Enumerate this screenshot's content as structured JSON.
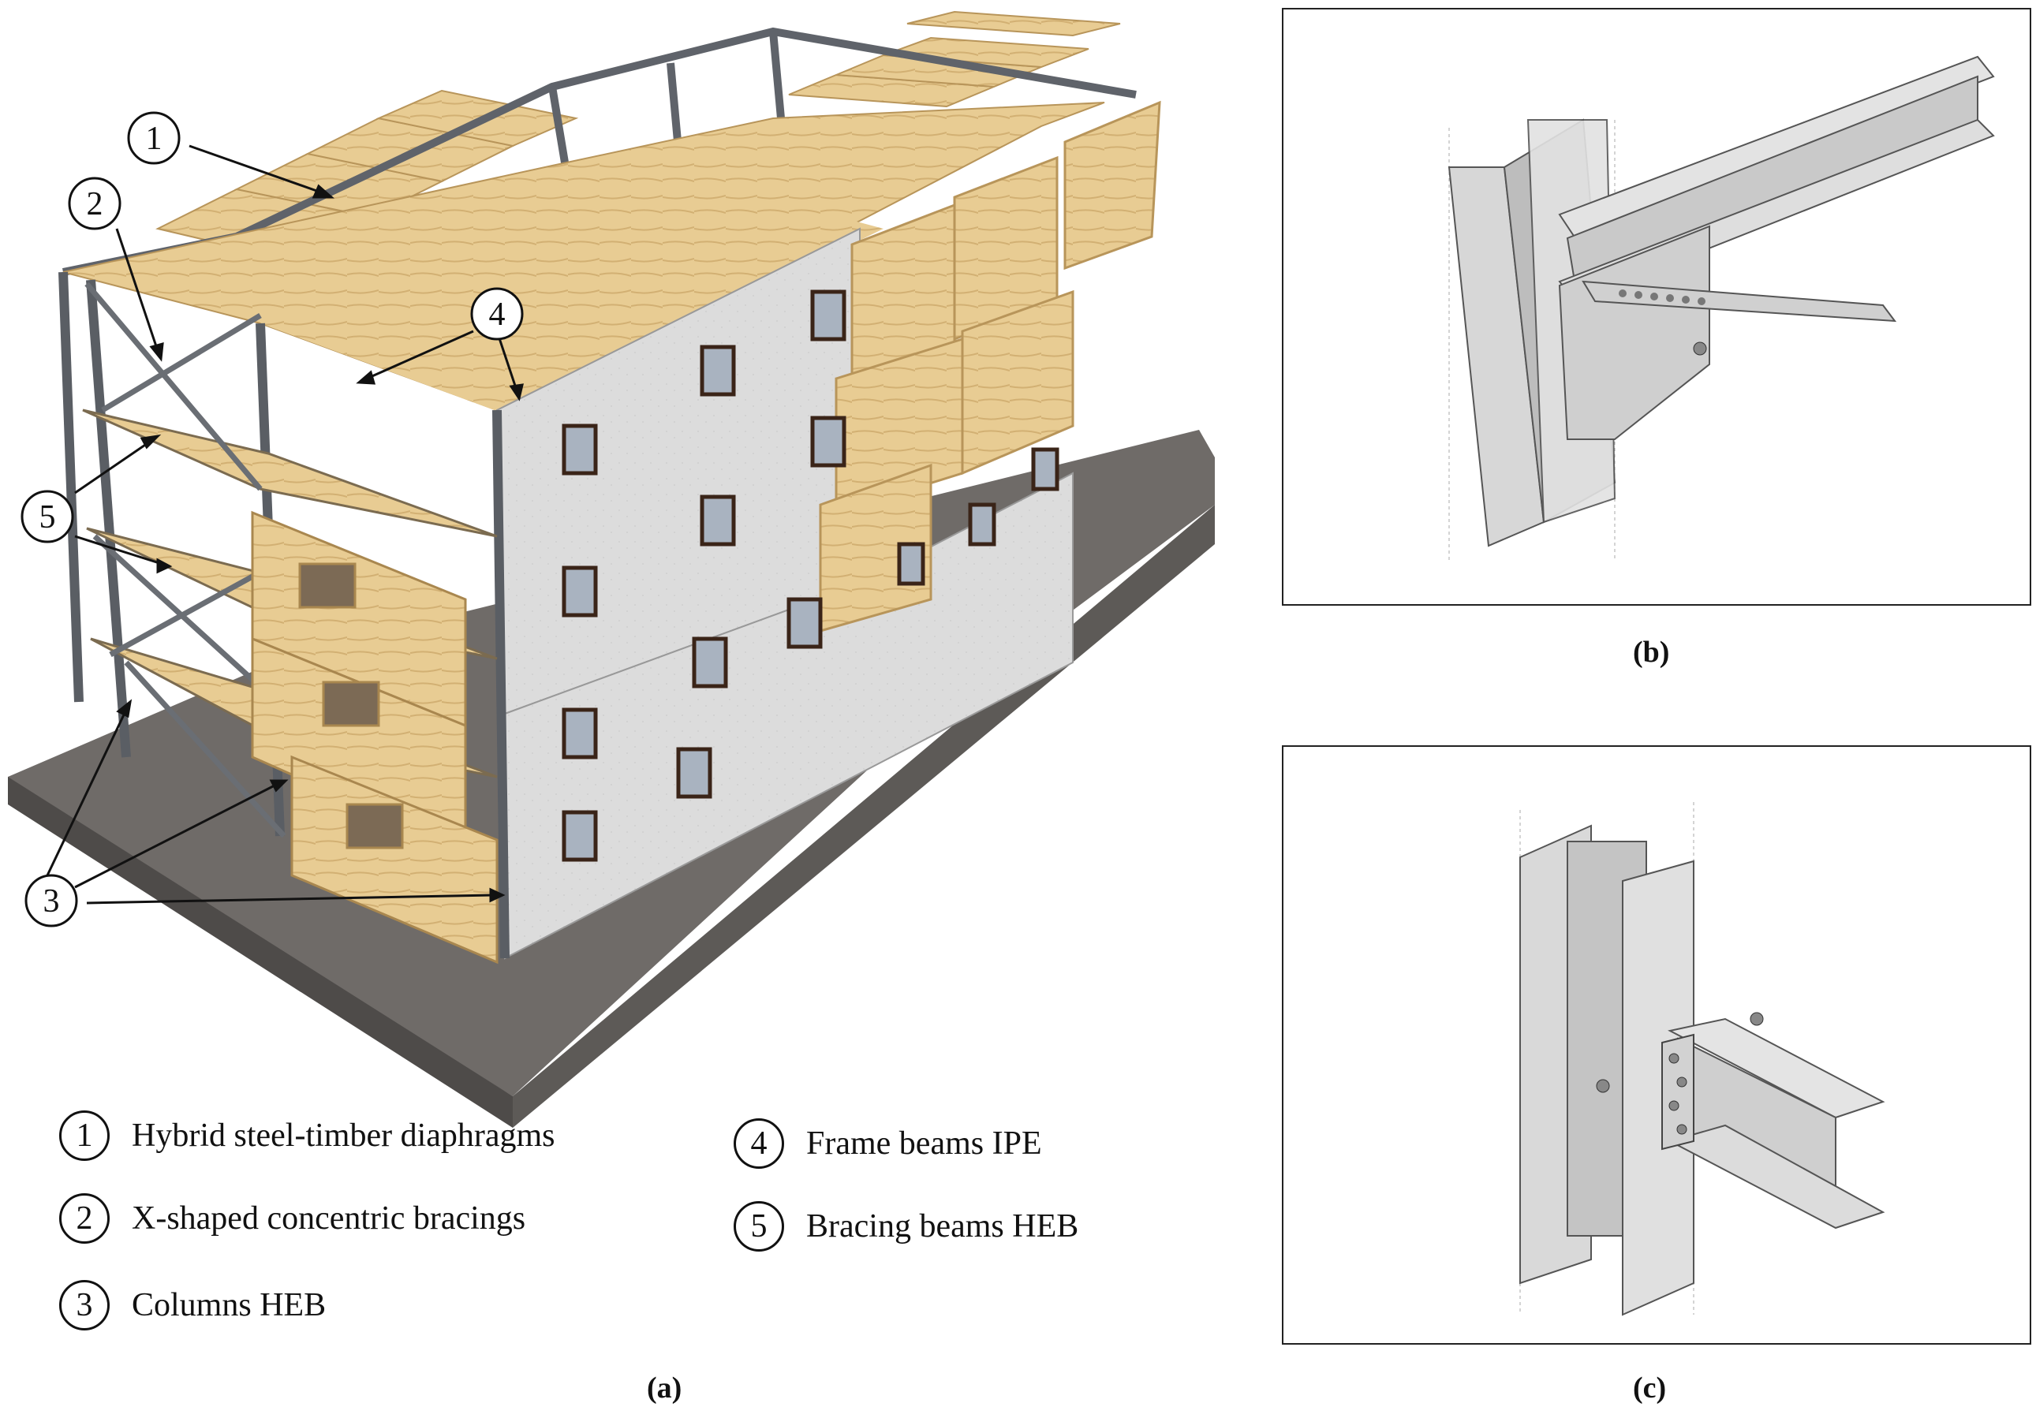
{
  "panel_a": {
    "caption": "(a)",
    "callouts": [
      "1",
      "2",
      "3",
      "4",
      "5"
    ],
    "legend": [
      {
        "num": "1",
        "text": "Hybrid steel-timber diaphragms"
      },
      {
        "num": "2",
        "text": "X-shaped concentric bracings"
      },
      {
        "num": "3",
        "text": "Columns HEB"
      },
      {
        "num": "4",
        "text": "Frame beams IPE"
      },
      {
        "num": "5",
        "text": "Bracing beams HEB"
      }
    ]
  },
  "panel_b": {
    "caption": "(b)"
  },
  "panel_c": {
    "caption": "(c)"
  },
  "colors": {
    "steel": "#8c9096",
    "steel_dark": "#5a5e64",
    "timber": "#e6c98e",
    "timber_dark": "#c9a766",
    "wall": "#d9d9d9",
    "base": "#6e6b69",
    "window": "#3a2418"
  }
}
